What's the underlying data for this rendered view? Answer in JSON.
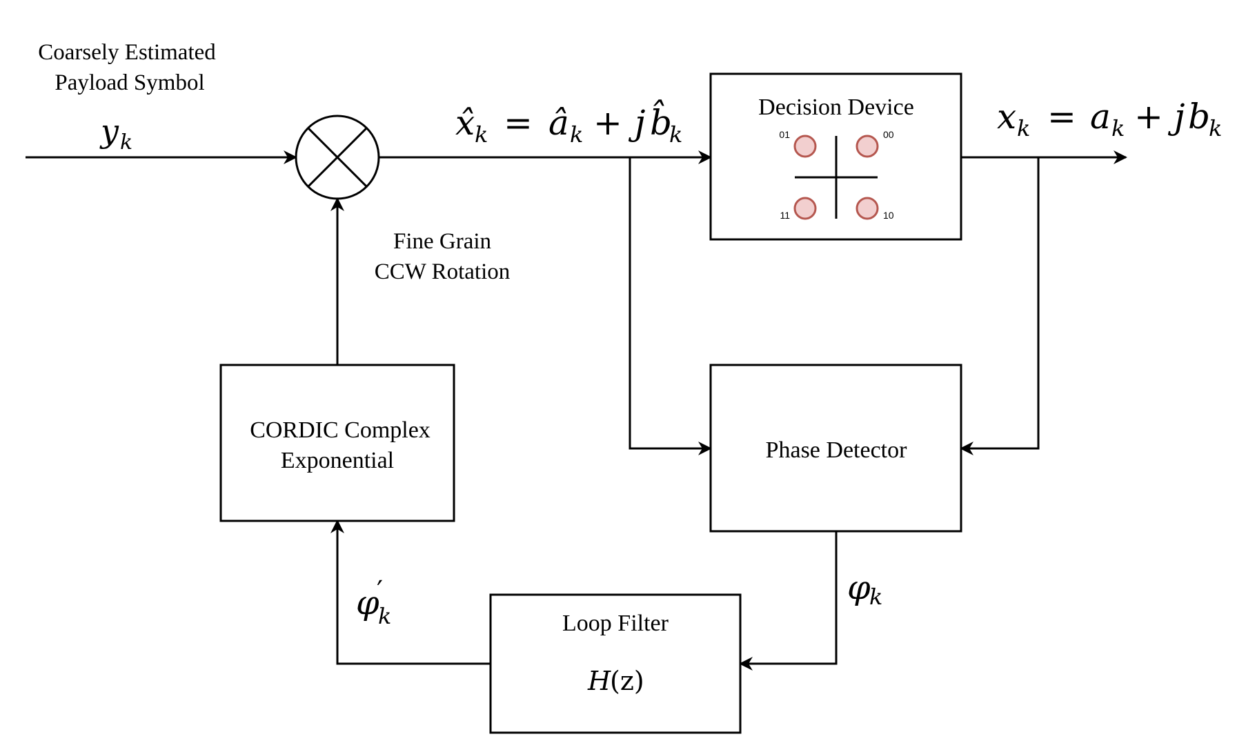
{
  "input": {
    "caption_line1": "Coarsely Estimated",
    "caption_line2": "Payload Symbol",
    "signal_base": "y",
    "signal_sub": "k"
  },
  "multiplier": {
    "icon": "multiplier-x-circle"
  },
  "rotation_label": {
    "line1": "Fine Grain",
    "line2": "CCW Rotation"
  },
  "estimate_equation": {
    "lhs": "x̂",
    "lhs_sub": "k",
    "eq": "=",
    "a": "â",
    "a_sub": "k",
    "plus": "+",
    "j": "j",
    "b": "b̂",
    "b_sub": "k"
  },
  "output_equation": {
    "lhs": "x",
    "lhs_sub": "k",
    "eq": "=",
    "a": "a",
    "a_sub": "k",
    "plus": "+",
    "j": "j",
    "b": "b",
    "b_sub": "k"
  },
  "decision_device": {
    "title": "Decision Device",
    "constellation": [
      {
        "label": "01",
        "quadrant": "top-left"
      },
      {
        "label": "00",
        "quadrant": "top-right"
      },
      {
        "label": "11",
        "quadrant": "bottom-left"
      },
      {
        "label": "10",
        "quadrant": "bottom-right"
      }
    ],
    "point_fill": "#f2cfcf",
    "point_stroke": "#b5574f"
  },
  "phase_detector": {
    "title": "Phase Detector"
  },
  "phase_error": {
    "base": "φ",
    "sub": "k"
  },
  "loop_filter": {
    "title": "Loop Filter",
    "transfer_fn": "H",
    "transfer_arg": "(z)",
    "transfer_var": "z"
  },
  "filtered_phase": {
    "base": "φ",
    "prime": "′",
    "sub": "k"
  },
  "cordic": {
    "line1": "CORDIC Complex",
    "line2": "Exponential"
  }
}
